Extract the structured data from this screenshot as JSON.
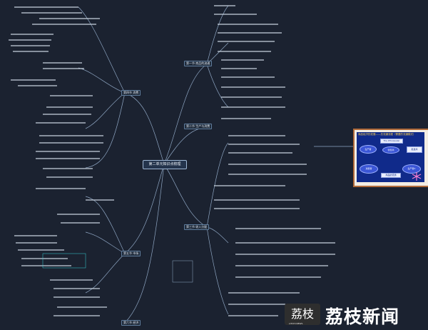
{
  "central_topic": "第二单元知识点梳理",
  "branches": [
    {
      "label": "第一节 商品的流通",
      "side": "right"
    },
    {
      "label": "第二节 生产与消费",
      "side": "right"
    },
    {
      "label": "第三节 收入分配",
      "side": "right"
    },
    {
      "label": "第四节 消费",
      "side": "left"
    },
    {
      "label": "第五节 市场",
      "side": "left"
    },
    {
      "label": "第六节 经济",
      "side": "left"
    }
  ],
  "panel": {
    "title": "商品经济的发展——总流通流程（需要的流通模式）",
    "nodes": [
      "The Wholesaler",
      "生产者",
      "零售商",
      "批发商",
      "消费者",
      "生产者2",
      "商品的流通"
    ]
  },
  "colors": {
    "background": "#1b2230",
    "line": "#8fa7c4",
    "panel_border": "#b06a3a",
    "panel_fill": "#102a8a"
  },
  "watermark": {
    "brand": "荔枝新闻",
    "logo_char": "荔枝",
    "sub": "LITCHI NEWS"
  }
}
